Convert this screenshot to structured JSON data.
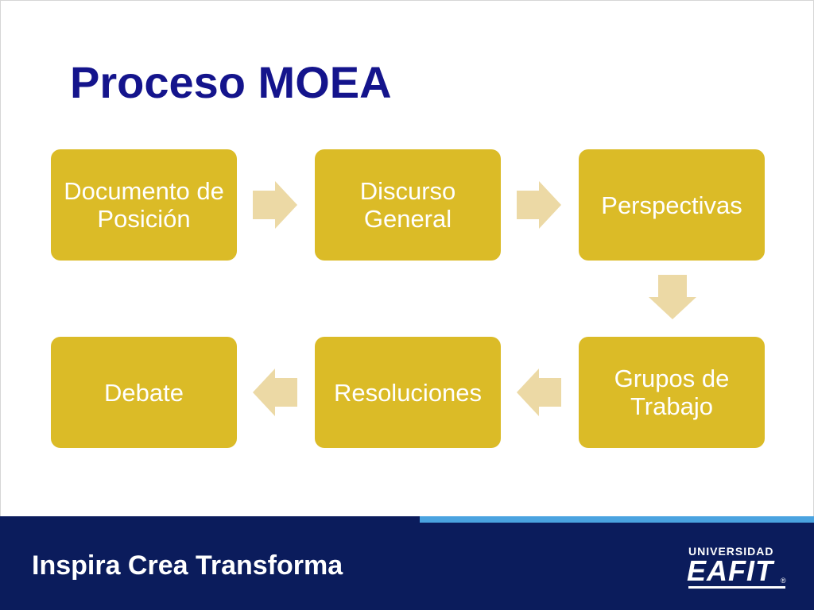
{
  "slide": {
    "title": "Proceso MOEA",
    "tagline": "Inspira Crea Transforma",
    "logo": {
      "top_text": "UNIVERSIDAD",
      "main_text": "EAFIT",
      "registered_mark": "®"
    }
  },
  "diagram": {
    "nodes": [
      {
        "id": "documento",
        "label": "Documento de Posición"
      },
      {
        "id": "discurso",
        "label": "Discurso General"
      },
      {
        "id": "perspectivas",
        "label": "Perspectivas"
      },
      {
        "id": "grupos",
        "label": "Grupos de Trabajo"
      },
      {
        "id": "resoluciones",
        "label": "Resoluciones"
      },
      {
        "id": "debate",
        "label": "Debate"
      }
    ],
    "edges": [
      {
        "from": "documento",
        "to": "discurso",
        "direction": "right"
      },
      {
        "from": "discurso",
        "to": "perspectivas",
        "direction": "right"
      },
      {
        "from": "perspectivas",
        "to": "grupos",
        "direction": "down"
      },
      {
        "from": "grupos",
        "to": "resoluciones",
        "direction": "left"
      },
      {
        "from": "resoluciones",
        "to": "debate",
        "direction": "left"
      }
    ]
  },
  "colors": {
    "title": "#14148c",
    "node_fill": "#dbbb27",
    "node_text": "#ffffff",
    "arrow_fill": "#ecd9a5",
    "footer_bg": "#0b1c5c",
    "footer_accent": "#4aa3e0"
  }
}
